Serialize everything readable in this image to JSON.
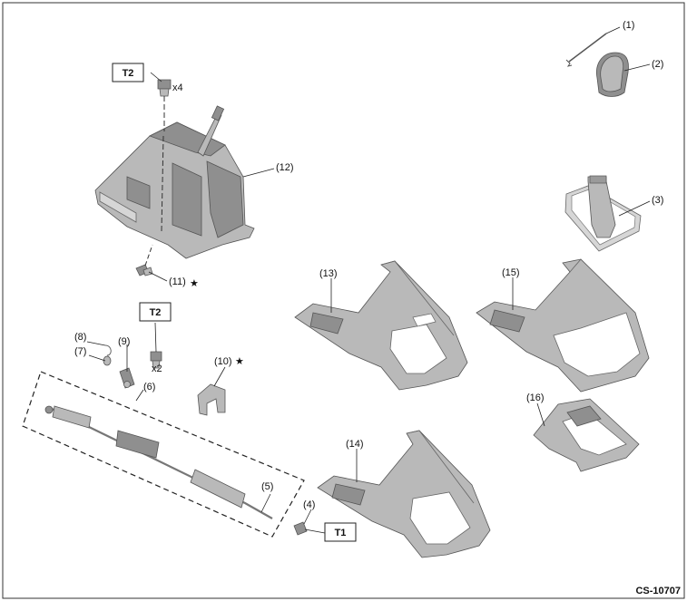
{
  "diagram": {
    "callouts": [
      "(1)",
      "(2)",
      "(3)",
      "(4)",
      "(5)",
      "(6)",
      "(7)",
      "(8)",
      "(9)",
      "(10)",
      "(11)",
      "(12)",
      "(13)",
      "(14)",
      "(15)",
      "(16)"
    ],
    "torque_labels": [
      "T1",
      "T2"
    ],
    "quantities": [
      "x4",
      "x2"
    ],
    "star_symbol": "★",
    "figure_code": "CS-10707"
  }
}
